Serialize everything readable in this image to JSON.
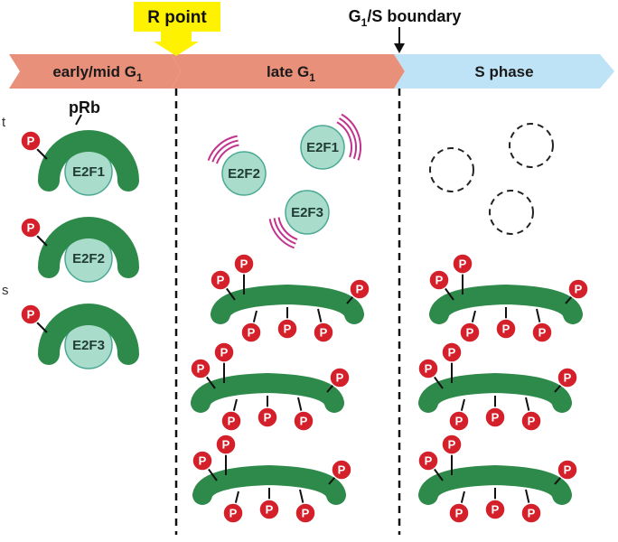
{
  "header": {
    "r_point": "R point",
    "boundary_prefix": "G",
    "boundary_sub": "1",
    "boundary_suffix": "/S boundary"
  },
  "phases": [
    {
      "prefix": "early/mid G",
      "sub": "1"
    },
    {
      "prefix": "late G",
      "sub": "1"
    },
    {
      "prefix": "S phase",
      "sub": ""
    }
  ],
  "labels": {
    "prb": "pRb",
    "phospho": "P",
    "edge_t": "t",
    "edge_s": "s"
  },
  "proteins": [
    "E2F1",
    "E2F2",
    "E2F3"
  ],
  "colors": {
    "arrow_g1": "#e9907a",
    "arrow_s": "#bfe3f6",
    "r_point_box": "#fff200",
    "prb_green": "#2e8a4a",
    "e2f_fill": "#a9dccb",
    "e2f_stroke": "#4aa993",
    "phospho_red": "#d3202b",
    "release_magenta": "#c2338e"
  }
}
